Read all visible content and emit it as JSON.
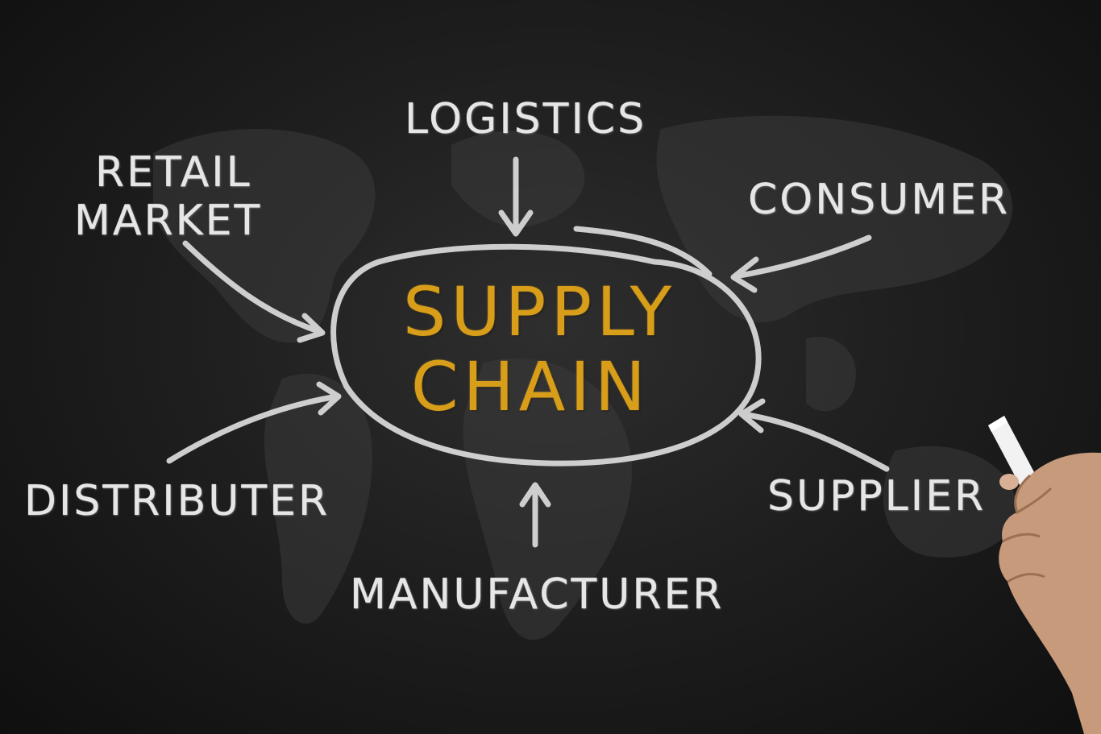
{
  "diagram": {
    "center": {
      "line1": "SUPPLY",
      "line2": "CHAIN"
    },
    "nodes": {
      "logistics": "LOGISTICS",
      "retail_line1": "RETAIL",
      "retail_line2": "MARKET",
      "consumer": "CONSUMER",
      "distributer": "DISTRIBUTER",
      "supplier": "SUPPLIER",
      "manufacturer": "MANUFACTURER"
    }
  },
  "colors": {
    "board": "#1f1f1f",
    "chalk": "#e6e6e6",
    "accent": "#d89e1a"
  }
}
